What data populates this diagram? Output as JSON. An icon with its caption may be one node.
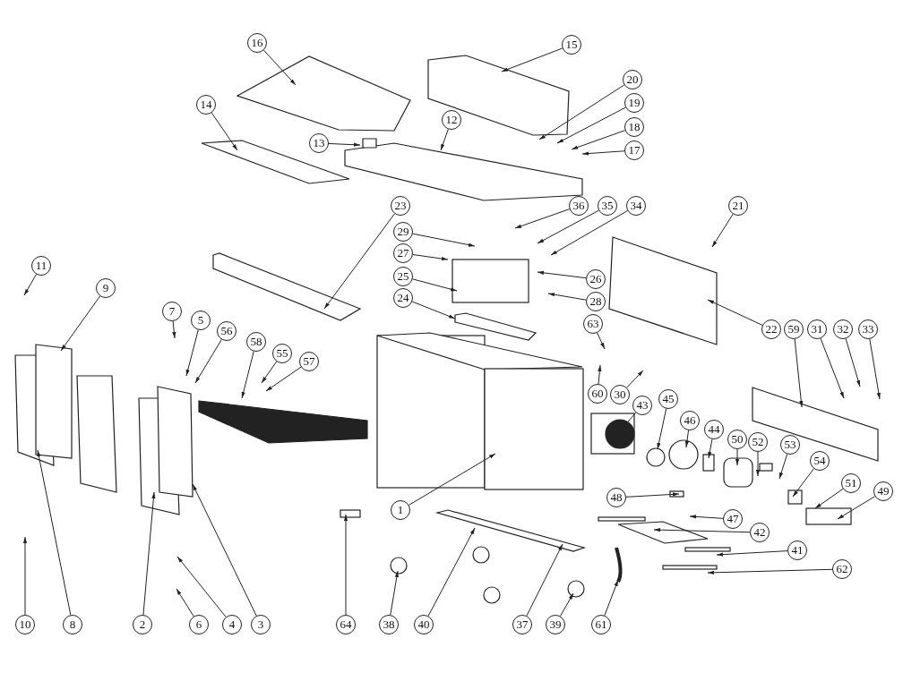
{
  "diagram": {
    "nodes": [
      {
        "text": [
          "16"
        ]
      },
      {
        "text": [
          "15"
        ]
      },
      {
        "text": [
          "14"
        ]
      },
      {
        "text": [
          "12"
        ]
      },
      {
        "text": [
          "13"
        ]
      },
      {
        "text": [
          "20"
        ]
      },
      {
        "text": [
          "19"
        ]
      },
      {
        "text": [
          "18"
        ]
      },
      {
        "text": [
          "17"
        ]
      },
      {
        "text": [
          "23"
        ]
      },
      {
        "text": [
          "36"
        ]
      },
      {
        "text": [
          "35"
        ]
      },
      {
        "text": [
          "34"
        ]
      },
      {
        "text": [
          "21"
        ]
      },
      {
        "text": [
          "29"
        ]
      },
      {
        "text": [
          "27"
        ]
      },
      {
        "text": [
          "26"
        ]
      },
      {
        "text": [
          "25"
        ]
      },
      {
        "text": [
          "28"
        ]
      },
      {
        "text": [
          "11"
        ]
      },
      {
        "text": [
          "9"
        ]
      },
      {
        "text": [
          "24"
        ]
      },
      {
        "text": [
          "63"
        ]
      },
      {
        "text": [
          "7"
        ]
      },
      {
        "text": [
          "5"
        ]
      },
      {
        "text": [
          "56"
        ]
      },
      {
        "text": [
          "58"
        ]
      },
      {
        "text": [
          "55"
        ]
      },
      {
        "text": [
          "57"
        ]
      },
      {
        "text": [
          "22"
        ]
      },
      {
        "text": [
          "59"
        ]
      },
      {
        "text": [
          "31"
        ]
      },
      {
        "text": [
          "32"
        ]
      },
      {
        "text": [
          "33"
        ]
      },
      {
        "text": [
          "60"
        ]
      },
      {
        "text": [
          "30"
        ]
      },
      {
        "text": [
          "43"
        ]
      },
      {
        "text": [
          "45"
        ]
      },
      {
        "text": [
          "46"
        ]
      },
      {
        "text": [
          "44"
        ]
      },
      {
        "text": [
          "50"
        ]
      },
      {
        "text": [
          "52"
        ]
      },
      {
        "text": [
          "53"
        ]
      },
      {
        "text": [
          "54"
        ]
      },
      {
        "text": [
          "51"
        ]
      },
      {
        "text": [
          "48"
        ]
      },
      {
        "text": [
          "49"
        ]
      },
      {
        "text": [
          "1"
        ]
      },
      {
        "text": [
          "47"
        ]
      },
      {
        "text": [
          "42"
        ]
      },
      {
        "text": [
          "41"
        ]
      },
      {
        "text": [
          "62"
        ]
      },
      {
        "text": [
          "10"
        ]
      },
      {
        "text": [
          "8"
        ]
      },
      {
        "text": [
          "2"
        ]
      },
      {
        "text": [
          "6"
        ]
      },
      {
        "text": [
          "4"
        ]
      },
      {
        "text": [
          "3"
        ]
      },
      {
        "text": [
          "64"
        ]
      },
      {
        "text": [
          "38"
        ]
      },
      {
        "text": [
          "40"
        ]
      },
      {
        "text": [
          "37"
        ]
      },
      {
        "text": [
          "39"
        ]
      },
      {
        "text": [
          "61"
        ]
      }
    ],
    "edges": [
      {
        "from": 0,
        "to": null,
        "arrow": "to"
      },
      {
        "from": 1,
        "to": null,
        "arrow": "to"
      },
      {
        "from": 2,
        "to": null,
        "arrow": "to"
      },
      {
        "from": 3,
        "to": null,
        "arrow": "to"
      },
      {
        "from": 4,
        "to": null,
        "arrow": "to"
      },
      {
        "from": 5,
        "to": null,
        "arrow": "to"
      },
      {
        "from": 6,
        "to": null,
        "arrow": "to"
      },
      {
        "from": 7,
        "to": null,
        "arrow": "to"
      },
      {
        "from": 8,
        "to": null,
        "arrow": "to"
      },
      {
        "from": 9,
        "to": null,
        "arrow": "to"
      },
      {
        "from": 10,
        "to": null,
        "arrow": "to"
      },
      {
        "from": 11,
        "to": null,
        "arrow": "to"
      },
      {
        "from": 12,
        "to": null,
        "arrow": "to"
      },
      {
        "from": 13,
        "to": null,
        "arrow": "to"
      },
      {
        "from": 14,
        "to": null,
        "arrow": "to"
      },
      {
        "from": 15,
        "to": null,
        "arrow": "to"
      },
      {
        "from": 16,
        "to": null,
        "arrow": "to"
      },
      {
        "from": 17,
        "to": null,
        "arrow": "to"
      },
      {
        "from": 18,
        "to": null,
        "arrow": "to"
      },
      {
        "from": 19,
        "to": null,
        "arrow": "to"
      },
      {
        "from": 20,
        "to": null,
        "arrow": "to"
      },
      {
        "from": 21,
        "to": null,
        "arrow": "to"
      },
      {
        "from": 22,
        "to": null,
        "arrow": "to"
      },
      {
        "from": 23,
        "to": null,
        "arrow": "to"
      },
      {
        "from": 24,
        "to": null,
        "arrow": "to"
      },
      {
        "from": 25,
        "to": null,
        "arrow": "to"
      },
      {
        "from": 26,
        "to": null,
        "arrow": "to"
      },
      {
        "from": 27,
        "to": null,
        "arrow": "to"
      },
      {
        "from": 28,
        "to": null,
        "arrow": "to"
      },
      {
        "from": 29,
        "to": null,
        "arrow": "to"
      },
      {
        "from": 30,
        "to": null,
        "arrow": "to"
      },
      {
        "from": 31,
        "to": null,
        "arrow": "to"
      },
      {
        "from": 32,
        "to": null,
        "arrow": "to"
      },
      {
        "from": 33,
        "to": null,
        "arrow": "to"
      },
      {
        "from": 34,
        "to": null,
        "arrow": "to"
      },
      {
        "from": 35,
        "to": null,
        "arrow": "to"
      },
      {
        "from": 36,
        "to": null,
        "arrow": "to"
      },
      {
        "from": 37,
        "to": null,
        "arrow": "to"
      },
      {
        "from": 38,
        "to": null,
        "arrow": "to"
      },
      {
        "from": 39,
        "to": null,
        "arrow": "to"
      },
      {
        "from": 40,
        "to": null,
        "arrow": "to"
      },
      {
        "from": 41,
        "to": null,
        "arrow": "to"
      },
      {
        "from": 42,
        "to": null,
        "arrow": "to"
      },
      {
        "from": 43,
        "to": null,
        "arrow": "to"
      },
      {
        "from": 44,
        "to": null,
        "arrow": "to"
      },
      {
        "from": 45,
        "to": null,
        "arrow": "to"
      },
      {
        "from": 46,
        "to": null,
        "arrow": "to"
      },
      {
        "from": 47,
        "to": null,
        "arrow": "to"
      },
      {
        "from": 48,
        "to": null,
        "arrow": "to"
      },
      {
        "from": 49,
        "to": null,
        "arrow": "to"
      },
      {
        "from": 50,
        "to": null,
        "arrow": "to"
      },
      {
        "from": 51,
        "to": null,
        "arrow": "to"
      },
      {
        "from": 52,
        "to": null,
        "arrow": "to"
      },
      {
        "from": 53,
        "to": null,
        "arrow": "to"
      },
      {
        "from": 54,
        "to": null,
        "arrow": "to"
      },
      {
        "from": 55,
        "to": null,
        "arrow": "to"
      },
      {
        "from": 56,
        "to": null,
        "arrow": "to"
      },
      {
        "from": 57,
        "to": null,
        "arrow": "to"
      },
      {
        "from": 58,
        "to": null,
        "arrow": "to"
      },
      {
        "from": 59,
        "to": null,
        "arrow": "to"
      },
      {
        "from": 60,
        "to": null,
        "arrow": "to"
      },
      {
        "from": 61,
        "to": null,
        "arrow": "to"
      },
      {
        "from": 62,
        "to": null,
        "arrow": "to"
      },
      {
        "from": 63,
        "to": null,
        "arrow": "to"
      }
    ]
  }
}
